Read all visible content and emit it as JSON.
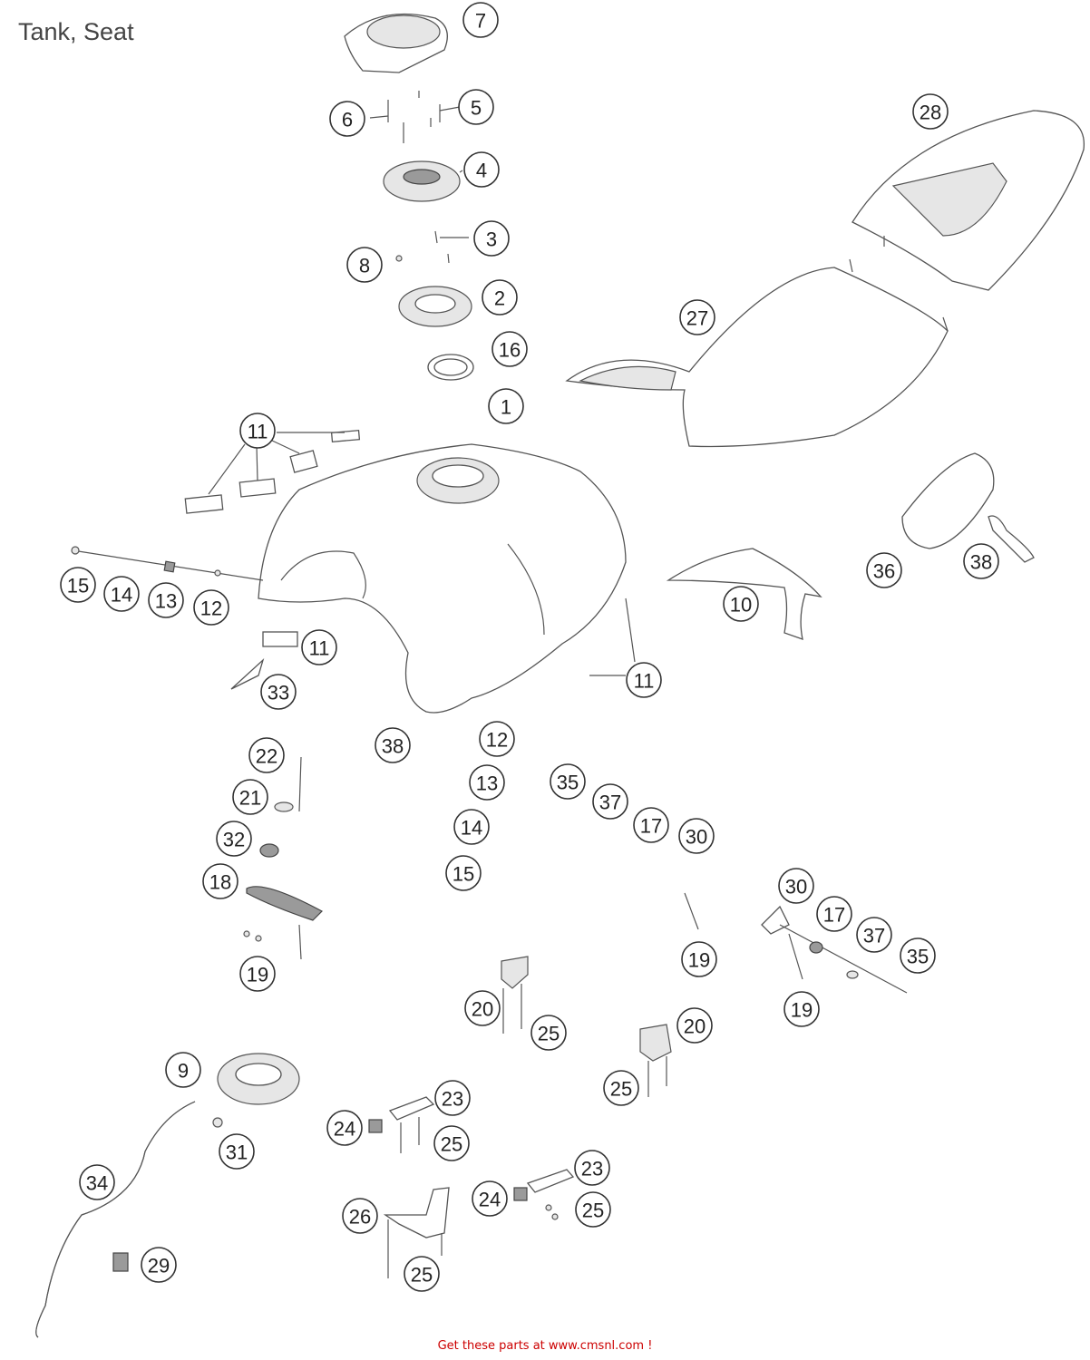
{
  "page": {
    "title": "Tank, Seat"
  },
  "footer": {
    "link_text": "Get these parts at www.cmsnl.com  !",
    "link_color": "#cc0000"
  },
  "colors": {
    "line": "#555555",
    "label_border": "#333333",
    "background": "#ffffff"
  },
  "callouts": [
    {
      "id": "c7",
      "label": "7"
    },
    {
      "id": "c5",
      "label": "5"
    },
    {
      "id": "c6",
      "label": "6"
    },
    {
      "id": "c4",
      "label": "4"
    },
    {
      "id": "c3",
      "label": "3"
    },
    {
      "id": "c8",
      "label": "8"
    },
    {
      "id": "c2",
      "label": "2"
    },
    {
      "id": "c16",
      "label": "16"
    },
    {
      "id": "c1",
      "label": "1"
    },
    {
      "id": "c28",
      "label": "28"
    },
    {
      "id": "c27",
      "label": "27"
    },
    {
      "id": "c11a",
      "label": "11"
    },
    {
      "id": "c15a",
      "label": "15"
    },
    {
      "id": "c14a",
      "label": "14"
    },
    {
      "id": "c13a",
      "label": "13"
    },
    {
      "id": "c12a",
      "label": "12"
    },
    {
      "id": "c11b",
      "label": "11"
    },
    {
      "id": "c33",
      "label": "33"
    },
    {
      "id": "c10",
      "label": "10"
    },
    {
      "id": "c36",
      "label": "36"
    },
    {
      "id": "c38a",
      "label": "38"
    },
    {
      "id": "c11c",
      "label": "11"
    },
    {
      "id": "c22",
      "label": "22"
    },
    {
      "id": "c21",
      "label": "21"
    },
    {
      "id": "c32",
      "label": "32"
    },
    {
      "id": "c18",
      "label": "18"
    },
    {
      "id": "c19a",
      "label": "19"
    },
    {
      "id": "c38b",
      "label": "38"
    },
    {
      "id": "c12b",
      "label": "12"
    },
    {
      "id": "c13b",
      "label": "13"
    },
    {
      "id": "c14b",
      "label": "14"
    },
    {
      "id": "c15b",
      "label": "15"
    },
    {
      "id": "c35a",
      "label": "35"
    },
    {
      "id": "c37a",
      "label": "37"
    },
    {
      "id": "c17a",
      "label": "17"
    },
    {
      "id": "c30a",
      "label": "30"
    },
    {
      "id": "c30b",
      "label": "30"
    },
    {
      "id": "c17b",
      "label": "17"
    },
    {
      "id": "c37b",
      "label": "37"
    },
    {
      "id": "c35b",
      "label": "35"
    },
    {
      "id": "c19b",
      "label": "19"
    },
    {
      "id": "c19c",
      "label": "19"
    },
    {
      "id": "c20a",
      "label": "20"
    },
    {
      "id": "c25a",
      "label": "25"
    },
    {
      "id": "c20b",
      "label": "20"
    },
    {
      "id": "c25b",
      "label": "25"
    },
    {
      "id": "c9",
      "label": "9"
    },
    {
      "id": "c31",
      "label": "31"
    },
    {
      "id": "c34",
      "label": "34"
    },
    {
      "id": "c29",
      "label": "29"
    },
    {
      "id": "c24a",
      "label": "24"
    },
    {
      "id": "c23a",
      "label": "23"
    },
    {
      "id": "c25c",
      "label": "25"
    },
    {
      "id": "c23b",
      "label": "23"
    },
    {
      "id": "c24b",
      "label": "24"
    },
    {
      "id": "c25d",
      "label": "25"
    },
    {
      "id": "c26",
      "label": "26"
    },
    {
      "id": "c25e",
      "label": "25"
    }
  ]
}
